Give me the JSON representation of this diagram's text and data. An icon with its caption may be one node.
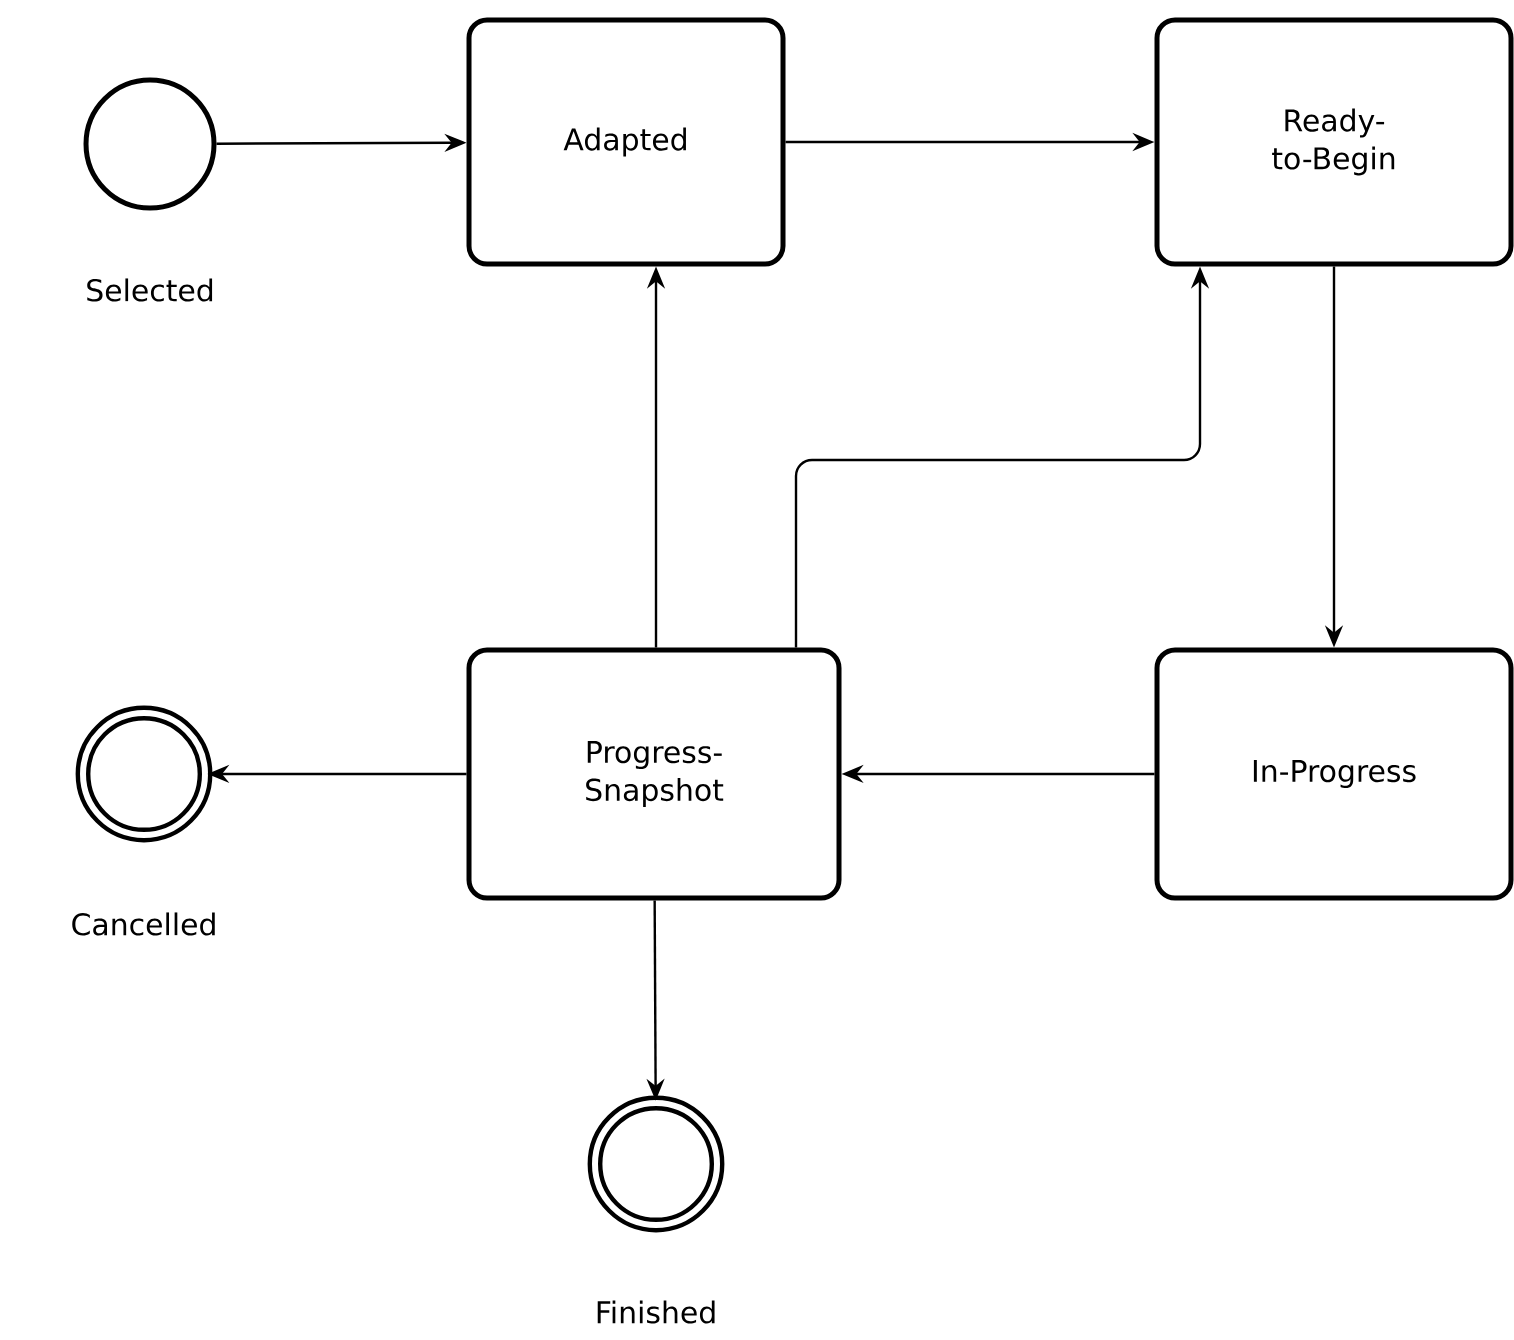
{
  "diagram": {
    "nodes": [
      {
        "text": [
          "Selected"
        ]
      },
      {
        "text": [
          "Adapted"
        ]
      },
      {
        "text": [
          "Ready-to-Begin"
        ]
      },
      {
        "text": [
          "Progress-Snapshot"
        ]
      },
      {
        "text": [
          "In-Progress"
        ]
      },
      {
        "text": [
          "Cancelled"
        ]
      },
      {
        "text": [
          "Finished"
        ]
      }
    ],
    "edges": [
      {
        "from": 0,
        "to": 1,
        "arrow": "to"
      },
      {
        "from": 1,
        "to": 2,
        "arrow": "to"
      },
      {
        "from": 2,
        "to": 4,
        "arrow": "to"
      },
      {
        "from": 4,
        "to": 3,
        "arrow": "to"
      },
      {
        "from": 3,
        "to": 1,
        "arrow": "to"
      },
      {
        "from": 3,
        "to": 2,
        "arrow": "to"
      },
      {
        "from": 3,
        "to": 5,
        "arrow": "to"
      },
      {
        "from": 3,
        "to": 6,
        "arrow": "to"
      }
    ]
  }
}
